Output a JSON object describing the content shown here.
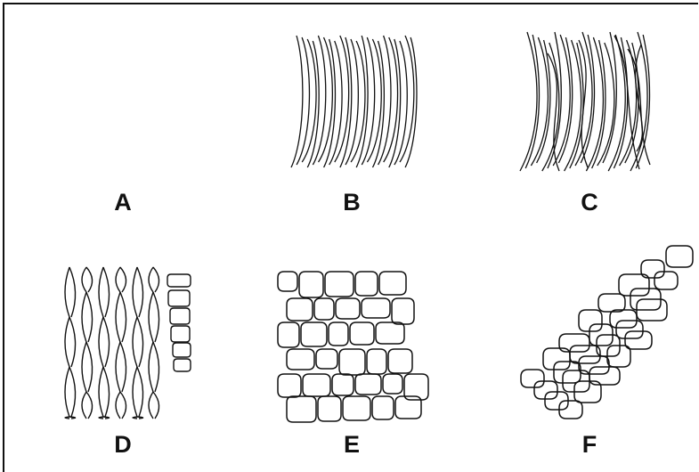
{
  "figure": {
    "panels": [
      {
        "id": "A",
        "label": "A",
        "pattern": "empty"
      },
      {
        "id": "B",
        "label": "B",
        "pattern": "parallel-curved-fibers"
      },
      {
        "id": "C",
        "label": "C",
        "pattern": "interwoven-curved-fibers"
      },
      {
        "id": "D",
        "label": "D",
        "pattern": "lens-shaped-cells"
      },
      {
        "id": "E",
        "label": "E",
        "pattern": "rounded-polygonal-cells"
      },
      {
        "id": "F",
        "label": "F",
        "pattern": "diagonal-cell-rows"
      }
    ],
    "stroke_color": "#111111",
    "background_color": "#ffffff"
  }
}
